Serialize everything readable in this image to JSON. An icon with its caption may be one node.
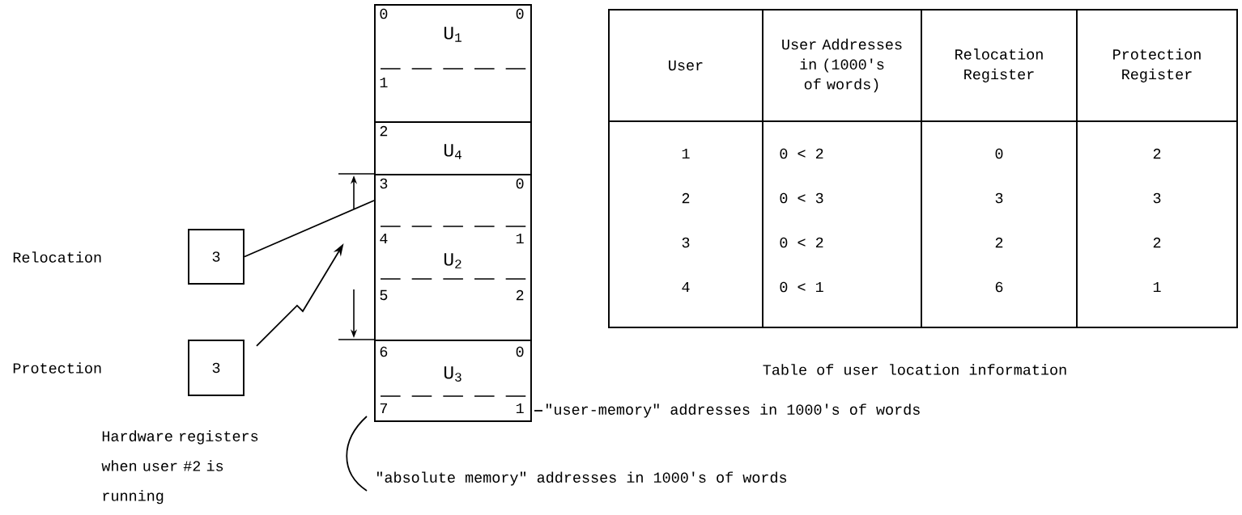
{
  "diagram": {
    "nodes": [
      {
        "text": [
          "3"
        ]
      },
      {
        "text": [
          "3"
        ]
      },
      {
        "text": [
          "U$_{1}$"
        ]
      },
      {
        "text": [
          "U$_{4}$"
        ]
      },
      {
        "text": [
          "U$_{2}$"
        ]
      },
      {
        "text": [
          "U$_{3}$"
        ]
      }
    ],
    "edges": [
      {
        "from": 0,
        "to": 4,
        "arrow": "none"
      },
      {
        "from": 1,
        "to": 4,
        "arrow": "to"
      }
    ],
    "labels": [
      "Relocation",
      "Protection",
      "0",
      "0",
      "1",
      "2",
      "3",
      "0",
      "4",
      "1",
      "5",
      "2",
      "6",
      "0",
      "7",
      "1",
      "Hardware registers when user #2 is running",
      "\"user-memory\" addresses in 1000's of words",
      "\"absolute memory\" addresses in 1000's of words",
      "User",
      "User Addresses in (1000's of words)",
      "Relocation Register",
      "Protection Register",
      "1",
      "0 < 2",
      "0",
      "2",
      "2",
      "0 < 3",
      "3",
      "3",
      "3",
      "0 < 2",
      "2",
      "2",
      "4",
      "0 < 1",
      "6",
      "1",
      "Table of user location information"
    ]
  }
}
